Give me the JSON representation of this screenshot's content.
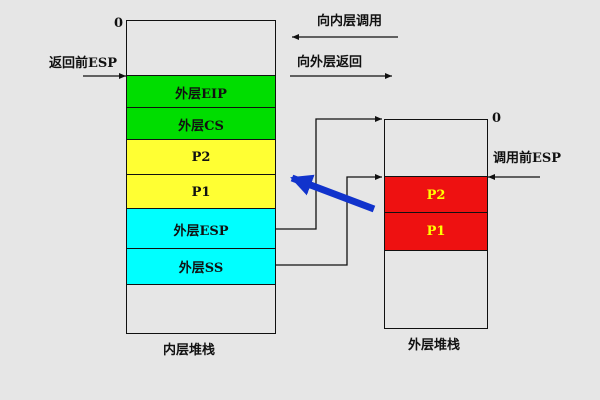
{
  "inner_stack": {
    "label": "内层堆栈",
    "top_marker": "0",
    "cells": [
      {
        "label": "外层EIP",
        "color": "#00dd00"
      },
      {
        "label": "外层CS",
        "color": "#00dd00"
      },
      {
        "label": "P2",
        "color": "#ffff33"
      },
      {
        "label": "P1",
        "color": "#ffff33"
      },
      {
        "label": "外层ESP",
        "color": "#00ffff"
      },
      {
        "label": "外层SS",
        "color": "#00ffff"
      }
    ]
  },
  "outer_stack": {
    "label": "外层堆栈",
    "top_marker": "0",
    "cells": [
      {
        "label": "P2",
        "color": "#ee1111"
      },
      {
        "label": "P1",
        "color": "#ee1111"
      }
    ]
  },
  "annotations": {
    "call_inner": "向内层调用",
    "return_outer": "向外层返回",
    "esp_before_return": "返回前ESP",
    "esp_before_call": "调用前ESP"
  },
  "colors": {
    "background": "#e6e6e6",
    "copy_arrow": "#1133cc"
  }
}
